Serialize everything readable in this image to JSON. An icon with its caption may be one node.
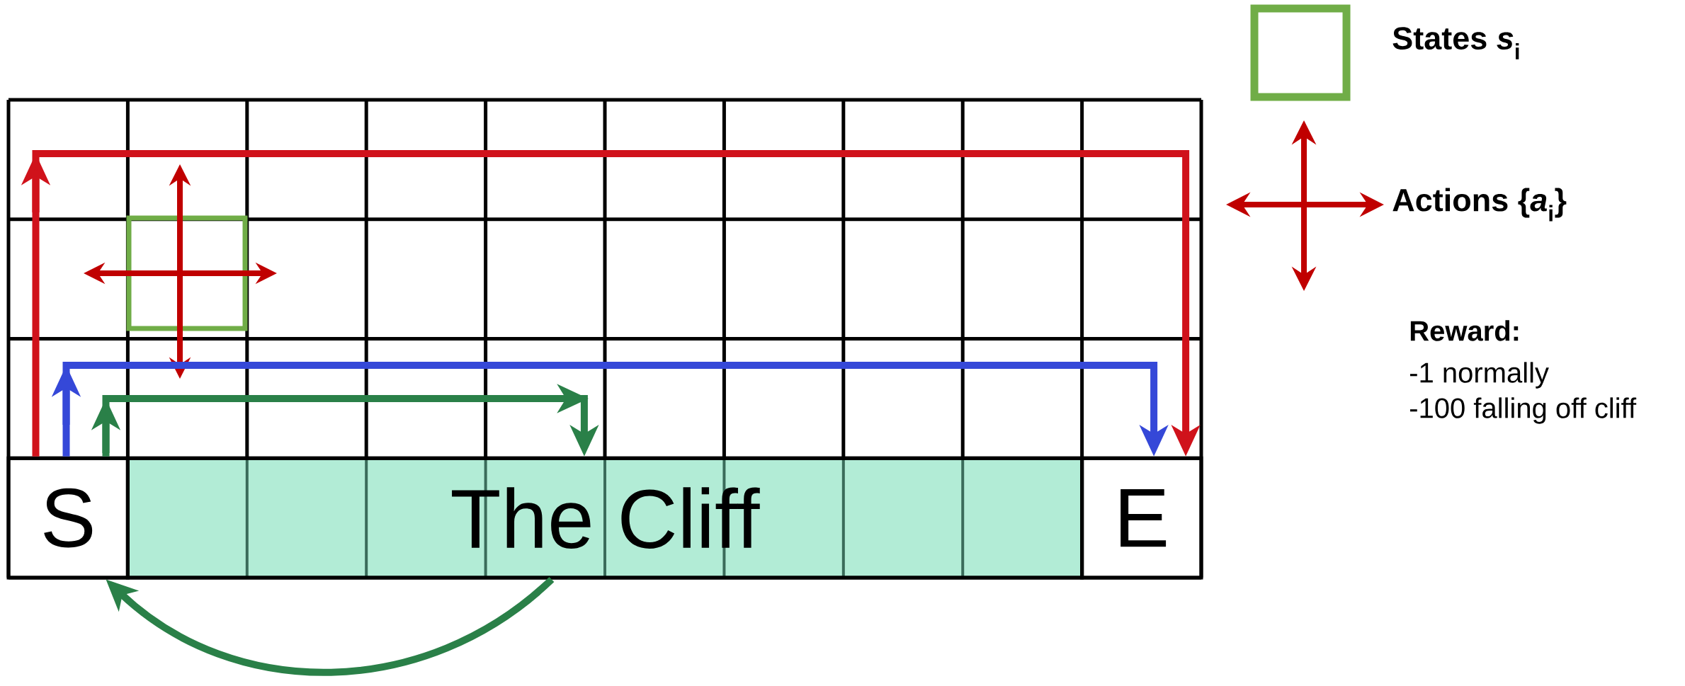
{
  "diagram": {
    "nodes": [
      {
        "text": [
          "S"
        ]
      },
      {
        "text": [
          "The Cliff"
        ]
      },
      {
        "text": [
          "E"
        ]
      }
    ],
    "edges": [
      {
        "from": 0,
        "to": 2,
        "arrow": "to",
        "color": "#d0121b"
      },
      {
        "from": 0,
        "to": 2,
        "arrow": "to",
        "color": "#3548d8"
      },
      {
        "from": 0,
        "to": 1,
        "arrow": "to",
        "color": "#2a8048"
      },
      {
        "from": 1,
        "to": 0,
        "arrow": "to",
        "color": "#2a8048"
      }
    ],
    "labels": [
      "Reward:",
      "-1  normally",
      "-100  falling off cliff"
    ],
    "legend": [
      {
        "text": "States *s*$_{i}$"
      },
      {
        "text": "Actions {*a*$_{i}$}"
      }
    ]
  }
}
